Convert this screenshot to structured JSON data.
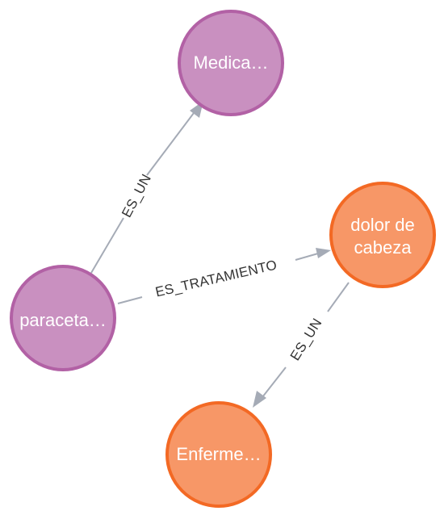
{
  "graph": {
    "nodes": {
      "medicamento": {
        "caption": "Medica…",
        "fill": "#c990c0",
        "stroke": "#b261a5"
      },
      "paracetamol": {
        "caption": "paraceta…",
        "fill": "#c990c0",
        "stroke": "#b261a5"
      },
      "dolor": {
        "caption_line1": "dolor de",
        "caption_line2": "cabeza",
        "fill": "#f79767",
        "stroke": "#f36924"
      },
      "enfermedad": {
        "caption": "Enferme…",
        "fill": "#f79767",
        "stroke": "#f36924"
      }
    },
    "relationships": {
      "paracetamol_es_un": {
        "type": "ES_UN"
      },
      "paracetamol_es_tratamiento": {
        "type": "ES_TRATAMIENTO"
      },
      "dolor_es_un": {
        "type": "ES_UN"
      }
    },
    "edge_color": "#a5abb6"
  }
}
